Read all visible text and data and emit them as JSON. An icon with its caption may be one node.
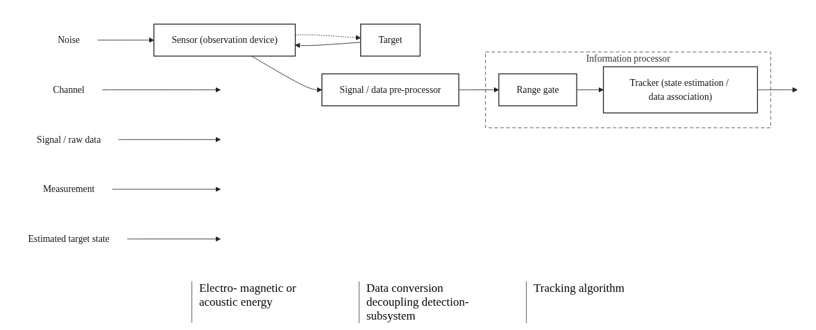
{
  "diagram": {
    "nodes": [
      {
        "text": [
          "Channel"
        ]
      },
      {
        "text": [
          "Noise"
        ]
      },
      {
        "text": [
          "Signal / raw data"
        ]
      },
      {
        "text": [
          "Measurement"
        ]
      },
      {
        "text": [
          "Target"
        ]
      },
      {
        "text": [
          "Sensor (observation device)"
        ]
      },
      {
        "text": [
          "Signal / data pre-processor"
        ]
      },
      {
        "text": [
          "Information processor"
        ]
      },
      {
        "text": [
          "Range gate"
        ],
        "in": 7
      },
      {
        "text": [
          "Tracker (state estimation / data association)"
        ],
        "in": 7
      },
      {
        "text": [
          "Estimated target state"
        ]
      }
    ],
    "edges": [
      {
        "from": 4,
        "to": 5,
        "arrow": "to"
      },
      {
        "from": 5,
        "to": 4,
        "arrow": "to",
        "style": "dashed"
      },
      {
        "from": 5,
        "to": 6,
        "arrow": "to"
      },
      {
        "from": 6,
        "to": 8,
        "arrow": "to"
      },
      {
        "from": 8,
        "to": 9,
        "arrow": "to"
      },
      {
        "from": 9,
        "to": null,
        "arrow": "to"
      },
      {
        "from": 0,
        "to": null,
        "arrow": "to"
      },
      {
        "from": 1,
        "to": 5,
        "arrow": "to"
      },
      {
        "from": 2,
        "to": null,
        "arrow": "to"
      },
      {
        "from": 3,
        "to": null,
        "arrow": "to"
      },
      {
        "from": 10,
        "to": null,
        "arrow": "to"
      }
    ],
    "labels": [
      "Electro- magnetic or acoustic energy",
      "Data conversion decoupling detection- subsystem",
      "Tracking algorithm"
    ]
  }
}
